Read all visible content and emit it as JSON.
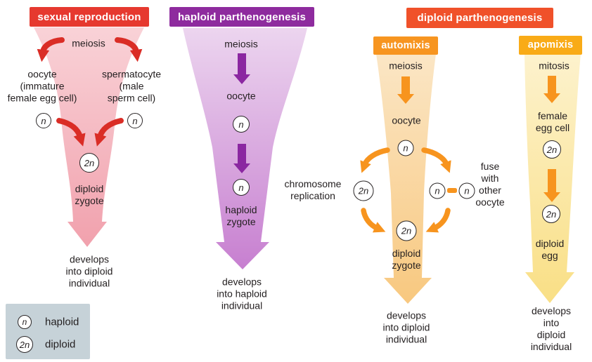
{
  "sexual": {
    "title": "sexual reproduction",
    "meiosis": "meiosis",
    "oocyte": "oocyte\n(immature\nfemale egg cell)",
    "spermatocyte": "spermatocyte\n(male\nsperm cell)",
    "oocyte_ploidy": "n",
    "spermatocyte_ploidy": "n",
    "zygote_ploidy": "2n",
    "zygote": "diploid\nzygote",
    "outcome": "develops\ninto diploid\nindividual"
  },
  "haploid_parthenogenesis": {
    "title": "haploid parthenogenesis",
    "meiosis": "meiosis",
    "oocyte": "oocyte",
    "oocyte_ploidy": "n",
    "zygote_ploidy": "n",
    "zygote": "haploid\nzygote",
    "outcome": "develops\ninto haploid\nindividual"
  },
  "diploid_parthenogenesis": {
    "title": "diploid parthenogenesis"
  },
  "automixis": {
    "title": "automixis",
    "meiosis": "meiosis",
    "oocyte": "oocyte",
    "oocyte_ploidy": "n",
    "replication_label": "chromosome\nreplication",
    "replication_ploidy": "2n",
    "fuse_ploidy_left": "n",
    "fuse_ploidy_right": "n",
    "fuse_label": "fuse\nwith\nother\noocyte",
    "zygote_ploidy": "2n",
    "zygote": "diploid\nzygote",
    "outcome": "develops\ninto diploid\nindividual"
  },
  "apomixis": {
    "title": "apomixis",
    "mitosis": "mitosis",
    "egg_cell": "female\negg cell",
    "egg_cell_ploidy": "2n",
    "egg_ploidy": "2n",
    "egg": "diploid\negg",
    "outcome": "develops\ninto diploid\nindividual"
  },
  "legend": {
    "items": [
      {
        "symbol": "n",
        "label": "haploid"
      },
      {
        "symbol": "2n",
        "label": "diploid"
      }
    ]
  },
  "colors": {
    "sexual_header": "#e6392f",
    "sexual_arrow": "#da2d26",
    "sexual_funnel_top": "#f9d2d7",
    "sexual_funnel_bottom": "#f1a1ad",
    "haploid_header": "#8e2b9e",
    "haploid_arrow": "#8b27a1",
    "haploid_funnel_top": "#ecd5ef",
    "haploid_funnel_bottom": "#c77fd0",
    "diploid_header": "#f0512a",
    "automixis_header": "#f79520",
    "apomixis_header": "#f9ab17",
    "orange_arrow": "#f7941e",
    "automixis_funnel_top": "#fbe6c5",
    "automixis_funnel_bottom": "#f8c87f",
    "apomixis_funnel_top": "#fdf2cd",
    "apomixis_funnel_bottom": "#f9df85",
    "legend_background": "#c6d2d8",
    "text": "#231f20"
  }
}
